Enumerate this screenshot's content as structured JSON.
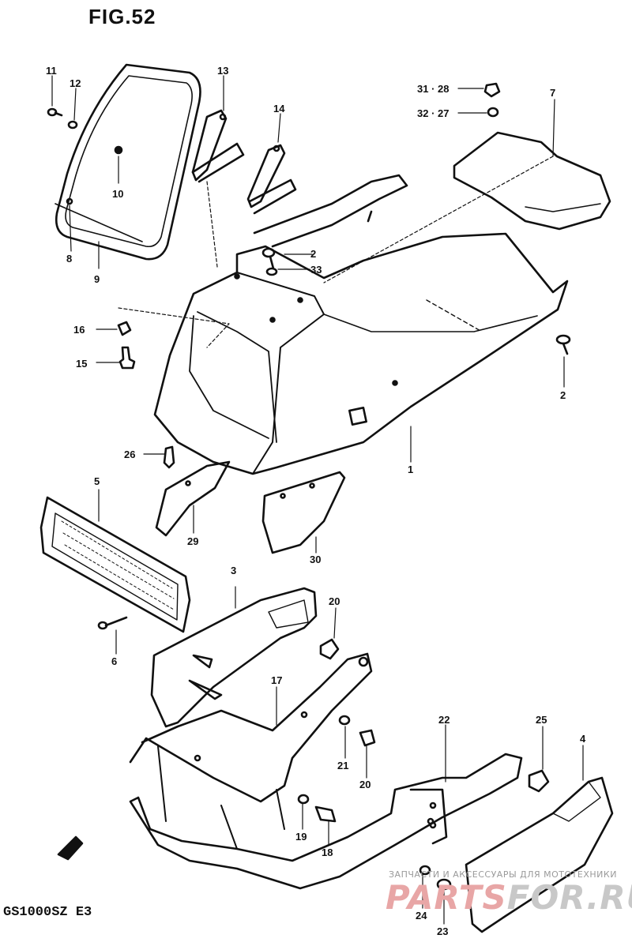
{
  "figure": {
    "title": "FIG.52",
    "model": "GS1000SZ E3"
  },
  "watermark": {
    "tagline": "ЗАПЧАСТИ И АКСЕССУАРЫ ДЛЯ МОТОТЕХНИКИ",
    "brand_a": "PARTS",
    "brand_b": "FOR.RU"
  },
  "callouts": {
    "p1": "1",
    "p2a": "2",
    "p2b": "2",
    "p3": "3",
    "p4": "4",
    "p5": "5",
    "p6": "6",
    "p7": "7",
    "p8": "8",
    "p9": "9",
    "p10": "10",
    "p11": "11",
    "p12": "12",
    "p13": "13",
    "p14": "14",
    "p15": "15",
    "p16": "16",
    "p17": "17",
    "p18": "18",
    "p19": "19",
    "p20a": "20",
    "p20b": "20",
    "p21": "21",
    "p22": "22",
    "p23": "23",
    "p24": "24",
    "p25": "25",
    "p26": "26",
    "p29": "29",
    "p30": "30",
    "p31_28": "31 · 28",
    "p32_27": "32 · 27",
    "p33": "33"
  }
}
